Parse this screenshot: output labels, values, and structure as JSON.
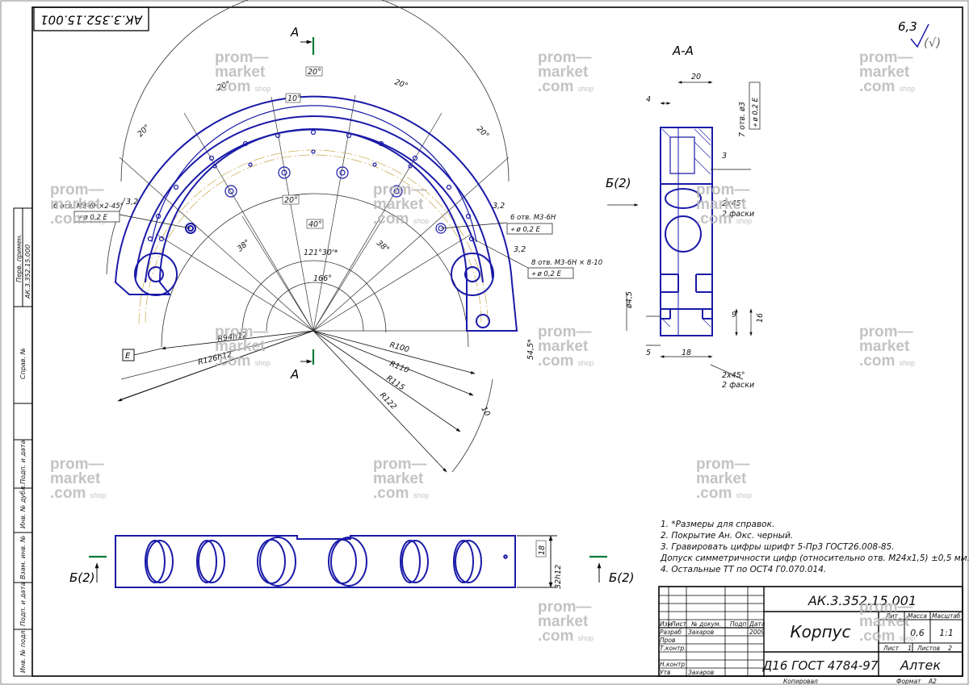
{
  "doc": {
    "designation": "АК.3.352.15.001",
    "designation_mirrored": "АК.3.352.15.001",
    "title": "Корпус",
    "material": "Д16 ГОСТ 4784-97",
    "company": "Алтек",
    "copied": "Копировал",
    "format_label": "Формат",
    "format_value": "А2",
    "roughness": "6,3",
    "roughness_rest": "(√)"
  },
  "side_stamp": {
    "perv_primen": "Перв. примен.",
    "perv_value": "АК.3.352.15.000",
    "sprav": "Справ. №",
    "podp_data_1": "Подп. и дата",
    "inv_dubl": "Инв. № дубл.",
    "vzam_inv": "Взам. инв. №",
    "podp_data_2": "Подп. и дата",
    "inv_podl": "Инв. № подл."
  },
  "title_block": {
    "izm": "Изм",
    "list": "Лист",
    "doc_no": "№ докум.",
    "podp": "Подп",
    "data": "Дата",
    "razrab": "Разраб",
    "razrab_name": "Захаров",
    "razrab_date": "2009",
    "prov": "Пров",
    "tkontr": "Т.контр.",
    "nkontr": "Н.контр",
    "utv": "Утв",
    "utv_name": "Захаров",
    "lit": "Лит",
    "massa": "Масса",
    "masshtab": "Масштаб",
    "massa_value": "0,6",
    "masshtab_value": "1:1",
    "sheet_label": "Лист",
    "sheet_value": "1",
    "sheets_label": "Листов",
    "sheets_value": "2"
  },
  "notes": [
    "1.  *Размеры для справок.",
    "2.  Покрытие Ан. Окс. черный.",
    "3.  Гравировать цифры шрифт 5-Пр3 ГОСТ26.008-85.",
    "     Допуск симметричности цифр (относительно отв. М24х1,5) ±0,5 мм.",
    "4.  Остальные ТТ по ОСТ4 Г0.070.014."
  ],
  "views": {
    "section_a": "А",
    "section_aa": "А-А",
    "view_b_side": "Б(2)",
    "view_b_bottom_left": "Б(2)",
    "view_b_bottom_right": "Б(2)",
    "datum_e": "Е"
  },
  "dims": {
    "ang_20_a": "20°",
    "ang_20_b": "20°",
    "ang_20_c": "20°",
    "ang_20_d": "20°",
    "ang_20_e": "20°",
    "ang_10": "10°",
    "ang_20_inner": "20°",
    "ang_40": "40°",
    "ang_38_l": "38°",
    "ang_38_r": "38°",
    "ang_121": "121°30'*",
    "ang_166": "166°",
    "r100": "R100",
    "r110": "R110",
    "r115": "R115",
    "r122": "R122",
    "r94": "R94h12",
    "r126": "R126h12",
    "d10": "10",
    "w54": "54,5*",
    "d32": "3,2",
    "d32b": "3,2",
    "d32c": "3,2",
    "h18": "18",
    "h32": "32h12",
    "s20": "20",
    "s4": "4",
    "s3": "3",
    "s45": "ø4,5",
    "s9": "9",
    "s16": "16",
    "s5": "5",
    "s18": "18",
    "ch1": "2х45°",
    "ch1b": "2 фаски",
    "ch2": "2х45°",
    "ch2b": "2 фаски"
  },
  "callouts": {
    "holes_6_m3": "6 отв. М3-6Н",
    "holes_8_m3": "8 отв. М3-6Н × 8-10",
    "holes_6_m3_left": "6 отв. М3-6Н×2-45°",
    "holes_7": "7 отв. ø3",
    "tol_pos_1": "⌖ ø 0,2  Е",
    "tol_pos_2": "⌖ ø 0,2  Е",
    "tol_pos_3": "⌖ ø 0,2  Е",
    "tol_pos_4": "⌖ ø 0,2  Е"
  },
  "watermark": {
    "l1": "prom—",
    "l2": "market",
    "l3": ".com",
    "shop": "shop"
  },
  "colors": {
    "frame": "#000000",
    "part": "#1a1aa8",
    "dim": "#111111",
    "center": "#c9a64a",
    "datum": "#0a7a3a"
  }
}
